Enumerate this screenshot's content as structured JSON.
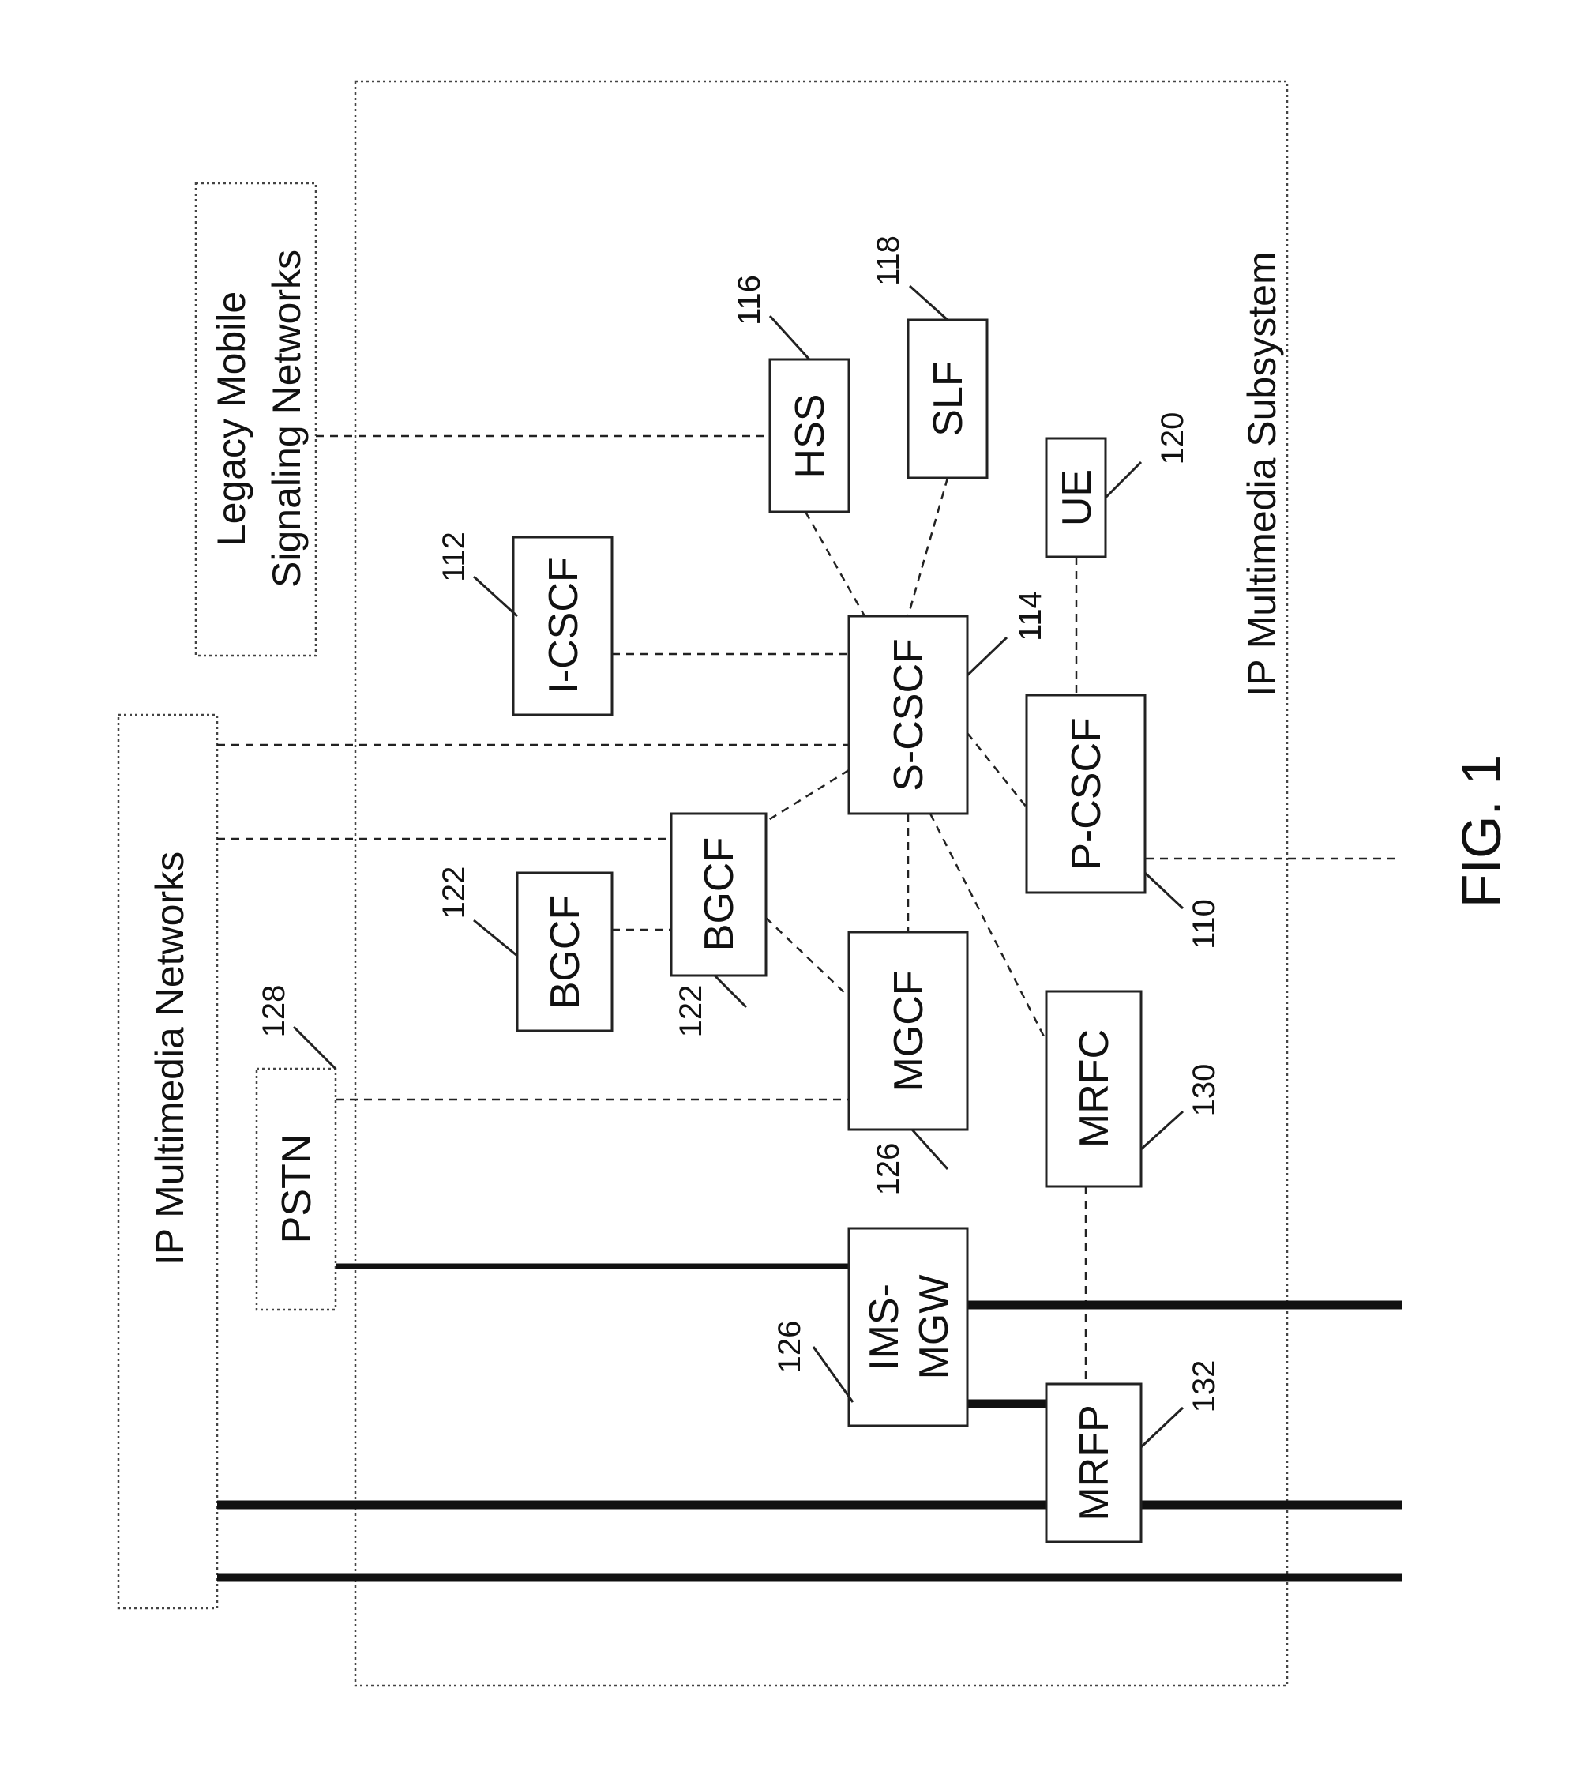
{
  "figure_label": "FIG. 1",
  "regions": {
    "ims": "IP Multimedia Subsystem",
    "legacy_line1": "Legacy Mobile",
    "legacy_line2": "Signaling Networks",
    "ipmm": "IP Multimedia Networks"
  },
  "nodes": {
    "icscf": "I-CSCF",
    "hss": "HSS",
    "slf": "SLF",
    "ue": "UE",
    "scscf": "S-CSCF",
    "pcscf": "P-CSCF",
    "bgcf_a": "BGCF",
    "bgcf_b": "BGCF",
    "mgcf": "MGCF",
    "mrfc": "MRFC",
    "pstn": "PSTN",
    "imsmgw_line1": "IMS-",
    "imsmgw_line2": "MGW",
    "mrfp": "MRFP"
  },
  "refs": {
    "icscf": "112",
    "hss": "116",
    "slf": "118",
    "ue": "120",
    "scscf": "114",
    "pcscf": "110",
    "bgcf_a": "122",
    "bgcf_b": "122",
    "mgcf": "126",
    "mrfc": "130",
    "pstn": "128",
    "imsmgw": "126",
    "mrfp": "132"
  }
}
